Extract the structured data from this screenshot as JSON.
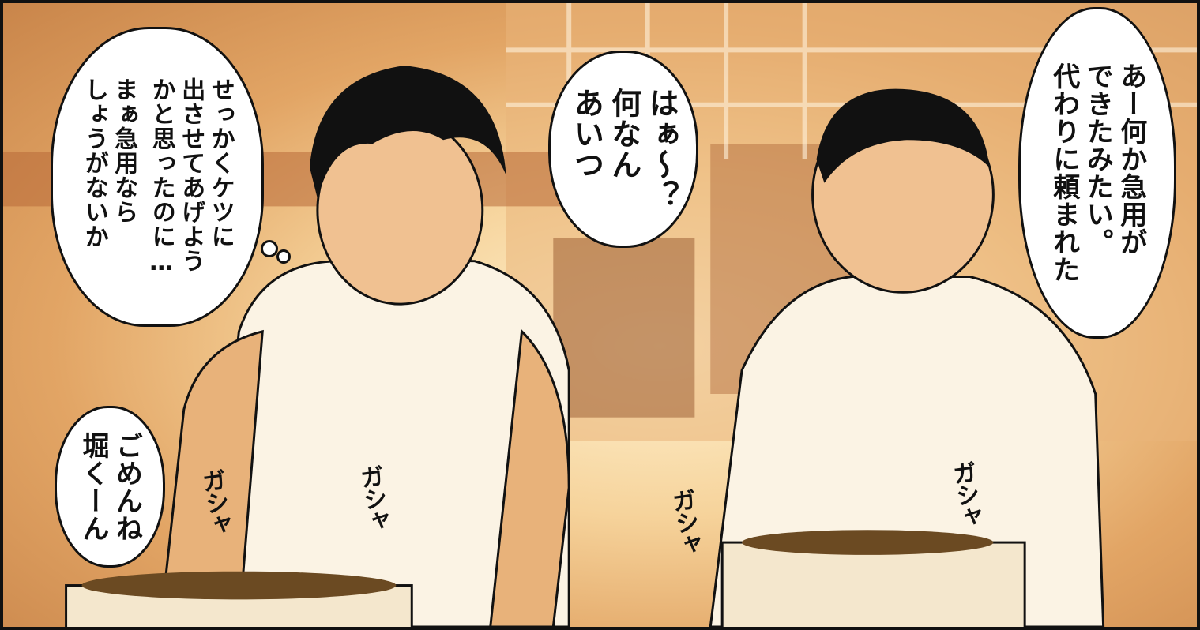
{
  "panel": {
    "dialogue": {
      "left_thought": "せっかくケツに\n出させてあげよう\nかと思ったのに…",
      "left_thought_2": "まぁ急用なら\nしょうがないか",
      "middle_reply": "はぁ〜？\n何なん\nあいつ",
      "right_speech": "あー何か急用が\nできたみたい。\n代わりに頼まれた",
      "bottom_left": "ごめんね\n堀くーん"
    },
    "sound_effects": [
      "ガシャ",
      "ガシャ",
      "ガシャ",
      "ガシャ"
    ],
    "colors": {
      "tint": "#e2a565",
      "outline": "#111111"
    }
  }
}
